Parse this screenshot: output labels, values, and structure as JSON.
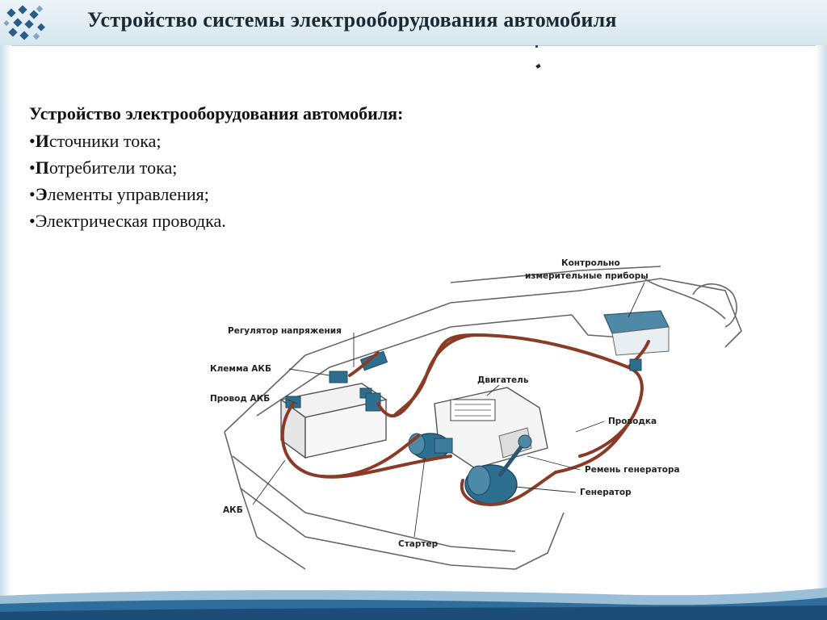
{
  "slide": {
    "title": "Устройство системы электрооборудования автомобиля"
  },
  "content": {
    "heading": "Устройство электрооборудования автомобиля:",
    "bullets": [
      {
        "first": "И",
        "rest": "сточники тока;"
      },
      {
        "first": "П",
        "rest": "отребители тока;"
      },
      {
        "first": "Э",
        "rest": "лементы управления;"
      },
      {
        "first": "",
        "rest": "Электрическая проводка."
      }
    ]
  },
  "diagram": {
    "labels": {
      "instruments_line1": "Контрольно",
      "instruments_line2": "измерительные приборы",
      "regulator": "Регулятор напряжения",
      "terminal": "Клемма АКБ",
      "battery_wire": "Провод АКБ",
      "engine": "Двигатель",
      "wiring": "Проводка",
      "belt": "Ремень генератора",
      "generator": "Генератор",
      "battery": "АКБ",
      "starter": "Стартер"
    },
    "colors": {
      "wire": "#8a3b26",
      "component": "#2e6f8f",
      "outline": "#555555"
    }
  }
}
